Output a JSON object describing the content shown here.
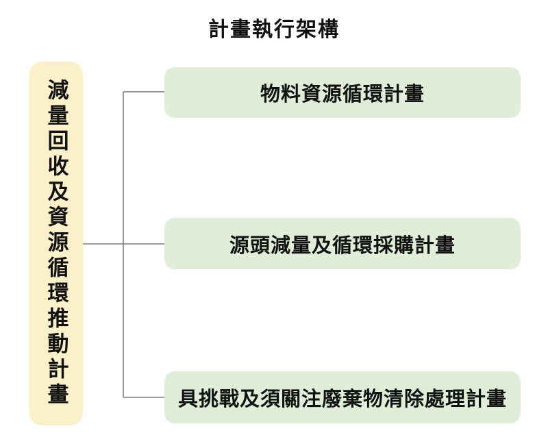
{
  "title": "計畫執行架構",
  "root_node": {
    "label": "減量回收及資源循環推動計畫"
  },
  "branch_nodes": [
    {
      "label": "物料資源循環計畫"
    },
    {
      "label": "源頭減量及循環採購計畫"
    },
    {
      "label": "具挑戰及須關注廢棄物清除處理計畫"
    }
  ],
  "colors": {
    "root_fill": "#FBF0CA",
    "branch_fill": "#DFEDD9",
    "connector": "#7D7D7D",
    "text": "#111111",
    "background": "#FFFFFF"
  }
}
